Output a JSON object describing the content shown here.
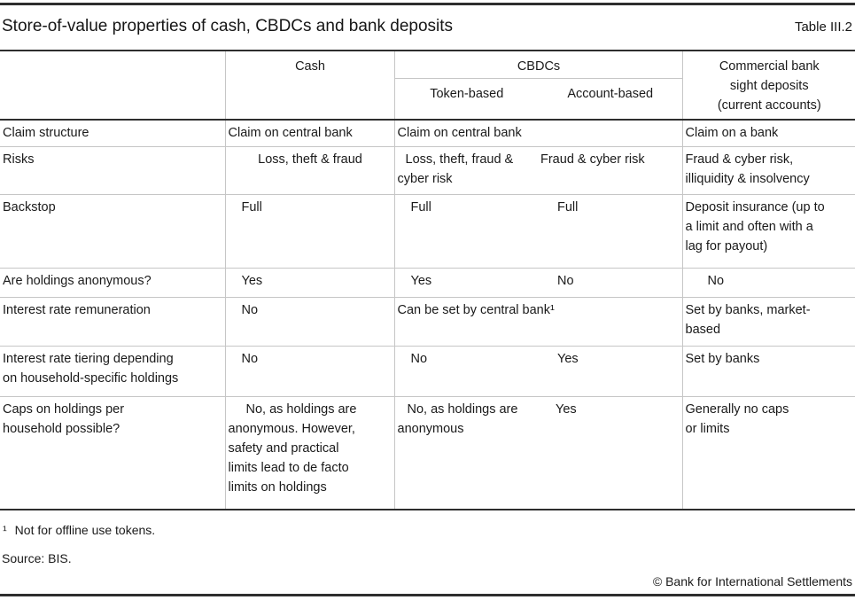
{
  "page": {
    "title": "Store-of-value properties of cash, CBDCs and bank deposits",
    "table_number": "Table III.2",
    "footnote": {
      "marker": "¹",
      "text": "Not for offline use tokens."
    },
    "source": "Source: BIS.",
    "copyright": "© Bank for International Settlements"
  },
  "colors": {
    "rule_dark": "#2e2e2e",
    "divider_light": "#c6c6c6",
    "text": "#1a1a1a"
  },
  "table": {
    "header": {
      "cash": "Cash",
      "cbdcs": "CBDCs",
      "token": "Token-based",
      "account": "Account-based",
      "commercial": "Commercial bank\nsight deposits\n(current accounts)"
    },
    "rows": [
      {
        "label": "Claim structure",
        "cash": "Claim on central bank",
        "cbdc": "Claim on central bank",
        "commercial": "Claim on a bank"
      },
      {
        "label": "Risks",
        "cash": "Loss, theft & fraud",
        "token": "Loss, theft, fraud &\ncyber risk",
        "account": "Fraud & cyber risk",
        "commercial": "Fraud & cyber risk,\nilliquidity & insolvency"
      },
      {
        "label": "Backstop",
        "cash": "Full",
        "token": "Full",
        "account": "Full",
        "commercial": "Deposit insurance (up to\na limit and often with a\nlag for payout)"
      },
      {
        "label": "Are holdings anonymous?",
        "cash": "Yes",
        "token": "Yes",
        "account": "No",
        "commercial": "No"
      },
      {
        "label": "Interest rate remuneration",
        "cash": "No",
        "cbdc": "Can be set by central bank¹",
        "commercial": "Set by banks, market-\nbased"
      },
      {
        "label": "Interest rate tiering depending\non household-specific holdings",
        "cash": "No",
        "token": "No",
        "account": "Yes",
        "commercial": "Set by banks"
      },
      {
        "label": "Caps on holdings per\nhousehold possible?",
        "cash": "No, as holdings are\nanonymous. However,\nsafety and practical\nlimits lead to de facto\nlimits on holdings",
        "token": "No, as holdings are\nanonymous",
        "account": "Yes",
        "commercial": "Generally no caps\nor limits"
      }
    ]
  }
}
